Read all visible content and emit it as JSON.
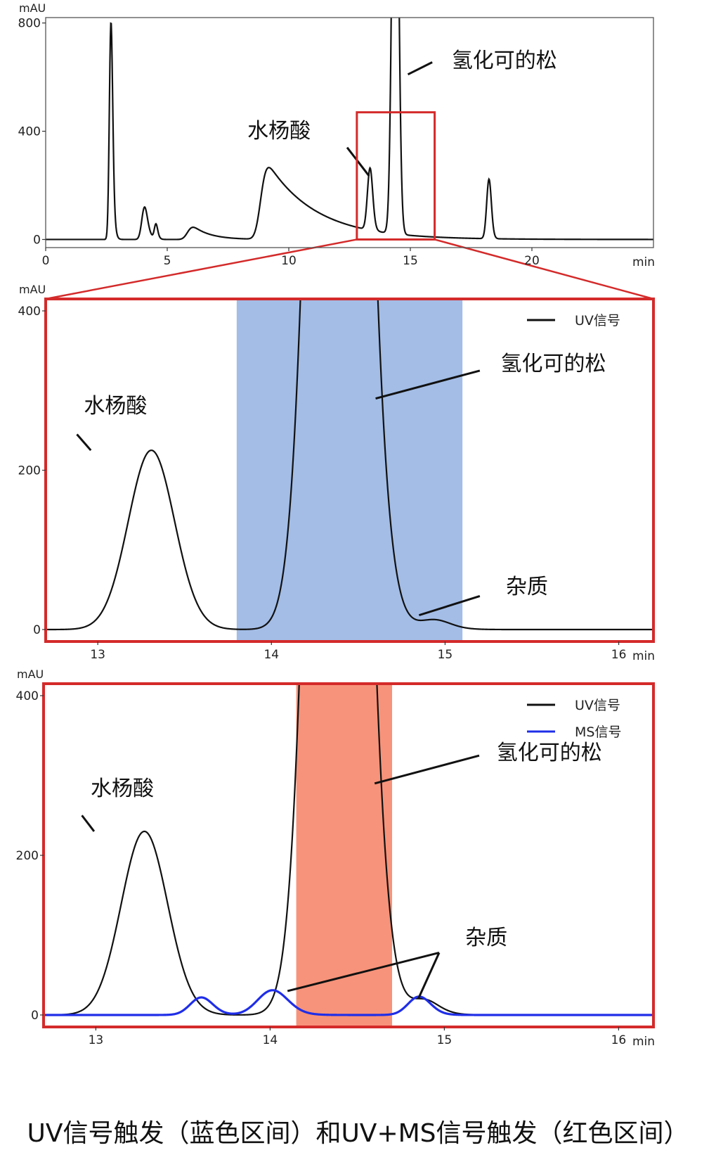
{
  "caption": "UV信号触发（蓝色区间）和UV+MS信号触发（红色区间）",
  "colors": {
    "uv": "#111111",
    "ms": "#1f2ee8",
    "blue_window": "#a3bde6",
    "red_window": "#f7937a",
    "zoom_frame": "#d42a2a"
  },
  "chart_data": [
    {
      "type": "line",
      "ylabel": "mAU",
      "xlabel": "min",
      "xlim": [
        0,
        25
      ],
      "ylim": [
        -30,
        820
      ],
      "xticks": [
        0,
        5,
        10,
        15,
        20
      ],
      "yticks": [
        0,
        400,
        800
      ],
      "zoom_box": {
        "x": [
          12.8,
          16.0
        ],
        "y": [
          0,
          470
        ]
      },
      "peaks": [
        {
          "t": 2.65,
          "h": 805,
          "w": 0.06,
          "tail": 0.05
        },
        {
          "t": 4.0,
          "h": 120,
          "w": 0.1,
          "tail": 0.1
        },
        {
          "t": 4.5,
          "h": 55,
          "w": 0.06,
          "tail": 0.05
        },
        {
          "t": 5.85,
          "h": 45,
          "w": 0.15,
          "tail": 0.7
        },
        {
          "t": 8.85,
          "h": 265,
          "w": 0.18,
          "tail": 2.0
        },
        {
          "t": 13.3,
          "h": 230,
          "w": 0.1,
          "tail": 0.05
        },
        {
          "t": 14.35,
          "h": 2000,
          "w": 0.12,
          "tail": 0.03
        },
        {
          "t": 18.2,
          "h": 220,
          "w": 0.09,
          "tail": 0.04
        }
      ],
      "annotations": [
        {
          "text": "氢化可的松",
          "x": 16.7,
          "y": 635
        },
        {
          "text": "水杨酸",
          "x": 8.3,
          "y": 375
        }
      ]
    },
    {
      "type": "line",
      "ylabel": "mAU",
      "xlabel": "min",
      "xlim": [
        12.7,
        16.2
      ],
      "ylim": [
        -15,
        415
      ],
      "xticks": [
        13,
        14,
        15,
        16
      ],
      "yticks": [
        0,
        200,
        400
      ],
      "highlight": {
        "x": [
          13.8,
          15.1
        ],
        "label": "blue"
      },
      "series": [
        {
          "name": "UV信号",
          "peaks": [
            {
              "t": 13.28,
              "h": 225,
              "w": 0.13,
              "tail": 0.03
            },
            {
              "t": 14.35,
              "h": 2000,
              "w": 0.12,
              "tail": 0.04
            },
            {
              "t": 14.9,
              "h": 12,
              "w": 0.08,
              "tail": 0.05
            }
          ]
        }
      ],
      "annotations": [
        {
          "text": "氢化可的松",
          "x": 15.32,
          "y": 325
        },
        {
          "text": "水杨酸",
          "x": 12.92,
          "y": 272
        },
        {
          "text": "杂质",
          "x": 15.35,
          "y": 45
        }
      ]
    },
    {
      "type": "line",
      "ylabel": "mAU",
      "xlabel": "min",
      "xlim": [
        12.7,
        16.2
      ],
      "ylim": [
        -15,
        415
      ],
      "xticks": [
        13,
        14,
        15,
        16
      ],
      "yticks": [
        0,
        200,
        400
      ],
      "highlight": {
        "x": [
          14.15,
          14.7
        ],
        "label": "red"
      },
      "series": [
        {
          "name": "UV信号",
          "peaks": [
            {
              "t": 13.25,
              "h": 230,
              "w": 0.13,
              "tail": 0.03
            },
            {
              "t": 14.35,
              "h": 2000,
              "w": 0.12,
              "tail": 0.04
            },
            {
              "t": 14.85,
              "h": 18,
              "w": 0.07,
              "tail": 0.05
            }
          ]
        },
        {
          "name": "MS信号",
          "peaks": [
            {
              "t": 13.58,
              "h": 22,
              "w": 0.06,
              "tail": 0.03
            },
            {
              "t": 13.98,
              "h": 31,
              "w": 0.08,
              "tail": 0.04
            },
            {
              "t": 14.83,
              "h": 23,
              "w": 0.06,
              "tail": 0.03
            }
          ]
        }
      ],
      "annotations": [
        {
          "text": "氢化可的松",
          "x": 15.3,
          "y": 320
        },
        {
          "text": "水杨酸",
          "x": 12.97,
          "y": 275
        },
        {
          "text": "杂质",
          "x": 15.12,
          "y": 88
        }
      ]
    }
  ]
}
